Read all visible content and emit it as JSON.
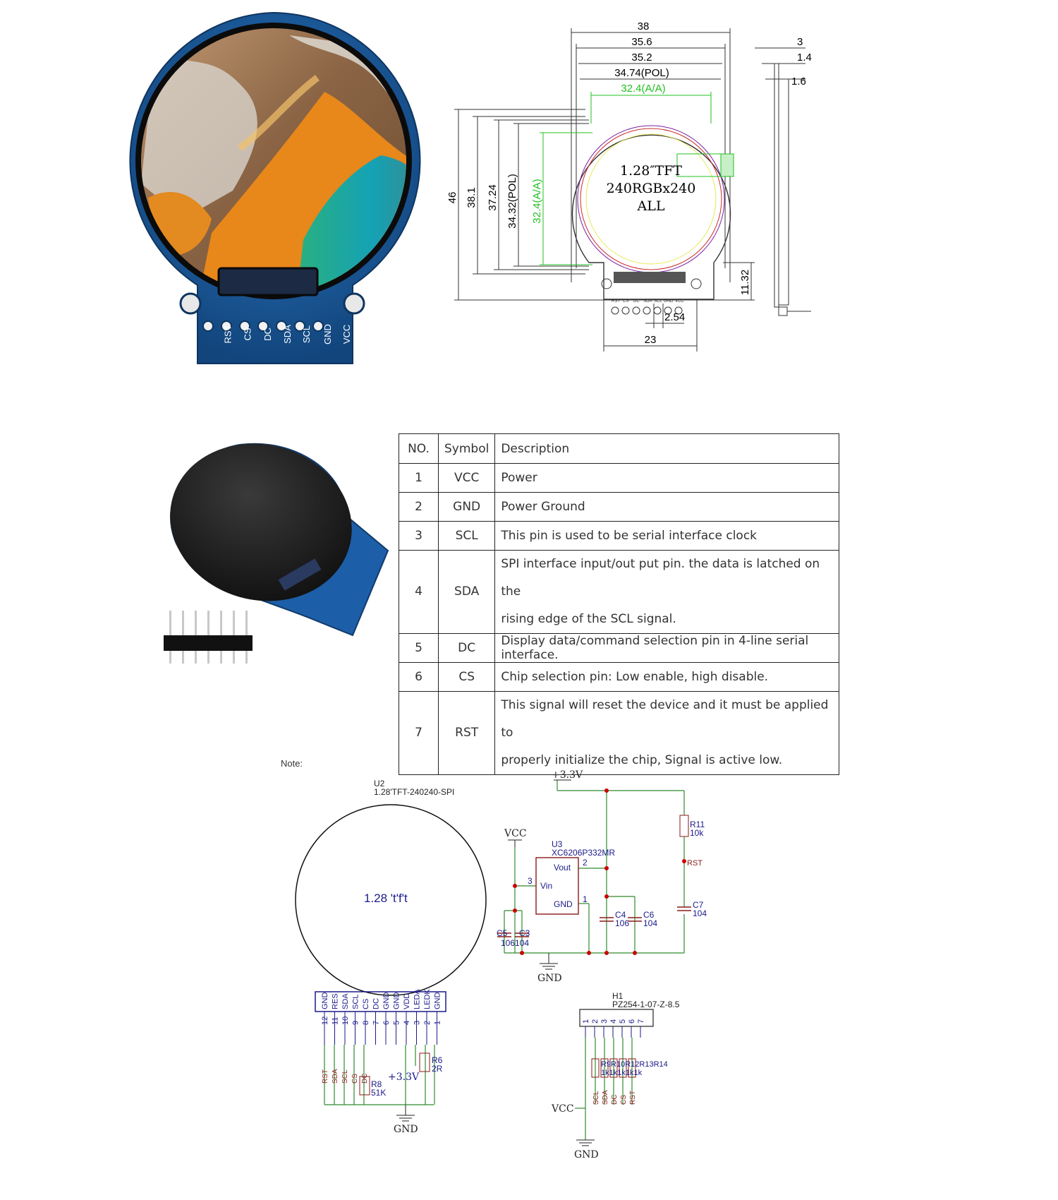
{
  "module": {
    "pin_labels": [
      "RST",
      "CS",
      "DC",
      "SDA",
      "SCL",
      "GND",
      "VCC"
    ]
  },
  "drawing": {
    "screen_text": [
      "1.28″TFT",
      "240RGBx240",
      "ALL"
    ],
    "top_dims": [
      "38",
      "35.6",
      "35.2",
      "34.74(POL)",
      "32.4(A/A)"
    ],
    "left_dims": [
      "46",
      "38.1",
      "37.24",
      "34.32(POL)",
      "32.4(A/A)"
    ],
    "side_dims": [
      "3",
      "1.4",
      "1.6"
    ],
    "bottom_dims": [
      "11.32",
      "2.54",
      "23"
    ],
    "mini_pins": [
      "RST",
      "CS",
      "DC",
      "SDA",
      "SCL",
      "GND",
      "VCC"
    ],
    "colors": {
      "accent": "#22c022",
      "line": "#333333"
    }
  },
  "table": {
    "headers": [
      "NO.",
      "Symbol",
      "Description"
    ],
    "rows": [
      {
        "no": "1",
        "symbol": "VCC",
        "desc1": "Power",
        "desc2": ""
      },
      {
        "no": "2",
        "symbol": "GND",
        "desc1": "Power Ground",
        "desc2": ""
      },
      {
        "no": "3",
        "symbol": "SCL",
        "desc1": "This pin is used to be serial interface clock",
        "desc2": ""
      },
      {
        "no": "4",
        "symbol": "SDA",
        "desc1": "SPI interface input/out put pin. the data is latched on the",
        "desc2": "rising edge of the SCL signal."
      },
      {
        "no": "5",
        "symbol": "DC",
        "desc1": "Display data/command selection pin in 4-line serial interface.",
        "desc2": ""
      },
      {
        "no": "6",
        "symbol": "CS",
        "desc1": "Chip selection pin: Low enable, high disable.",
        "desc2": ""
      },
      {
        "no": "7",
        "symbol": "RST",
        "desc1": "This signal will reset the device and it must be applied to",
        "desc2": "properly initialize the chip, Signal is active low."
      }
    ]
  },
  "schematic": {
    "note": "Note:",
    "u2_ref": "U2",
    "u2_part": "1.28'TFT-240240-SPI",
    "u2_center": "1.28  't'f't",
    "u2_pin_names": [
      "GND",
      "RES",
      "SDA",
      "SCL",
      "CS",
      "DC",
      "GND",
      "GND",
      "VDD",
      "LEDA",
      "LEDK",
      "GND"
    ],
    "u2_pin_nums": [
      "12",
      "11",
      "10",
      "9",
      "8",
      "7",
      "6",
      "5",
      "4",
      "3",
      "2",
      "1"
    ],
    "u2_nets": [
      "RST",
      "SDA",
      "SCL",
      "CS",
      "DC"
    ],
    "r8": [
      "R8",
      "51K"
    ],
    "r6": [
      "R6",
      "2R"
    ],
    "v33": "+3.3V",
    "gnd": "GND",
    "vcc": "VCC",
    "u3_ref": "U3",
    "u3_part": "XC6206P332MR",
    "u3_vout": "Vout",
    "u3_vin": "Vin",
    "u3_gnd": "GND",
    "u3_pin2": "2",
    "u3_pin3": "3",
    "u3_pin1": "1",
    "c5c3": [
      "C5",
      "C3"
    ],
    "c5c3_val": "106104",
    "c4": [
      "C4",
      "106"
    ],
    "c6": [
      "C6",
      "104"
    ],
    "c7": [
      "C7",
      "104"
    ],
    "r11": [
      "R11",
      "10k"
    ],
    "rst_net": "RST",
    "h1_ref": "H1",
    "h1_part": "PZ254-1-07-Z-8.5",
    "h1_pins": [
      "1",
      "2",
      "3",
      "4",
      "5",
      "6",
      "7"
    ],
    "h1_res": "R9R10R12R13R14",
    "h1_res_vals": "1k1k1k1k1k",
    "h1_nets": [
      "SCL",
      "SDA",
      "DC",
      "CS",
      "RST"
    ],
    "colors": {
      "wire": "#2e8b2e",
      "comp": "#8b1a1a",
      "label": "#1a1a8b"
    }
  }
}
